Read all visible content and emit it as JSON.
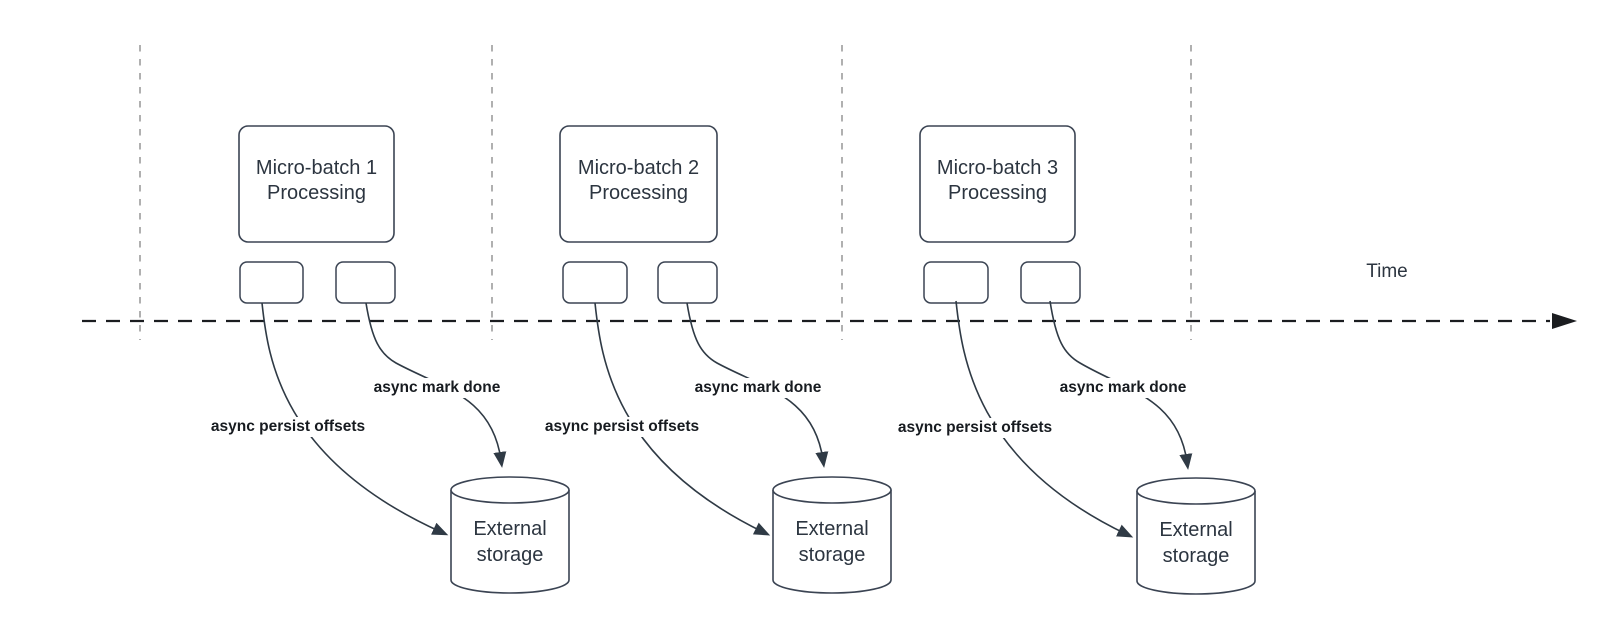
{
  "diagram": {
    "time_axis_label": "Time",
    "groups": [
      {
        "box_label": "Micro-batch 1\nProcessing",
        "persist_label": "async persist offsets",
        "mark_done_label": "async mark done",
        "storage_label": "External\nstorage"
      },
      {
        "box_label": "Micro-batch 2\nProcessing",
        "persist_label": "async persist offsets",
        "mark_done_label": "async mark done",
        "storage_label": "External\nstorage"
      },
      {
        "box_label": "Micro-batch 3\nProcessing",
        "persist_label": "async persist offsets",
        "mark_done_label": "async mark done",
        "storage_label": "External\nstorage"
      }
    ],
    "colors": {
      "shape_stroke": "#3b4453",
      "curve_stroke": "#2f3a45",
      "guide_line": "#a7a7a7",
      "timeline": "#1b1d20",
      "shape_text": "#2c3540",
      "edge_label_text": "#171b20",
      "background": "#ffffff"
    }
  }
}
